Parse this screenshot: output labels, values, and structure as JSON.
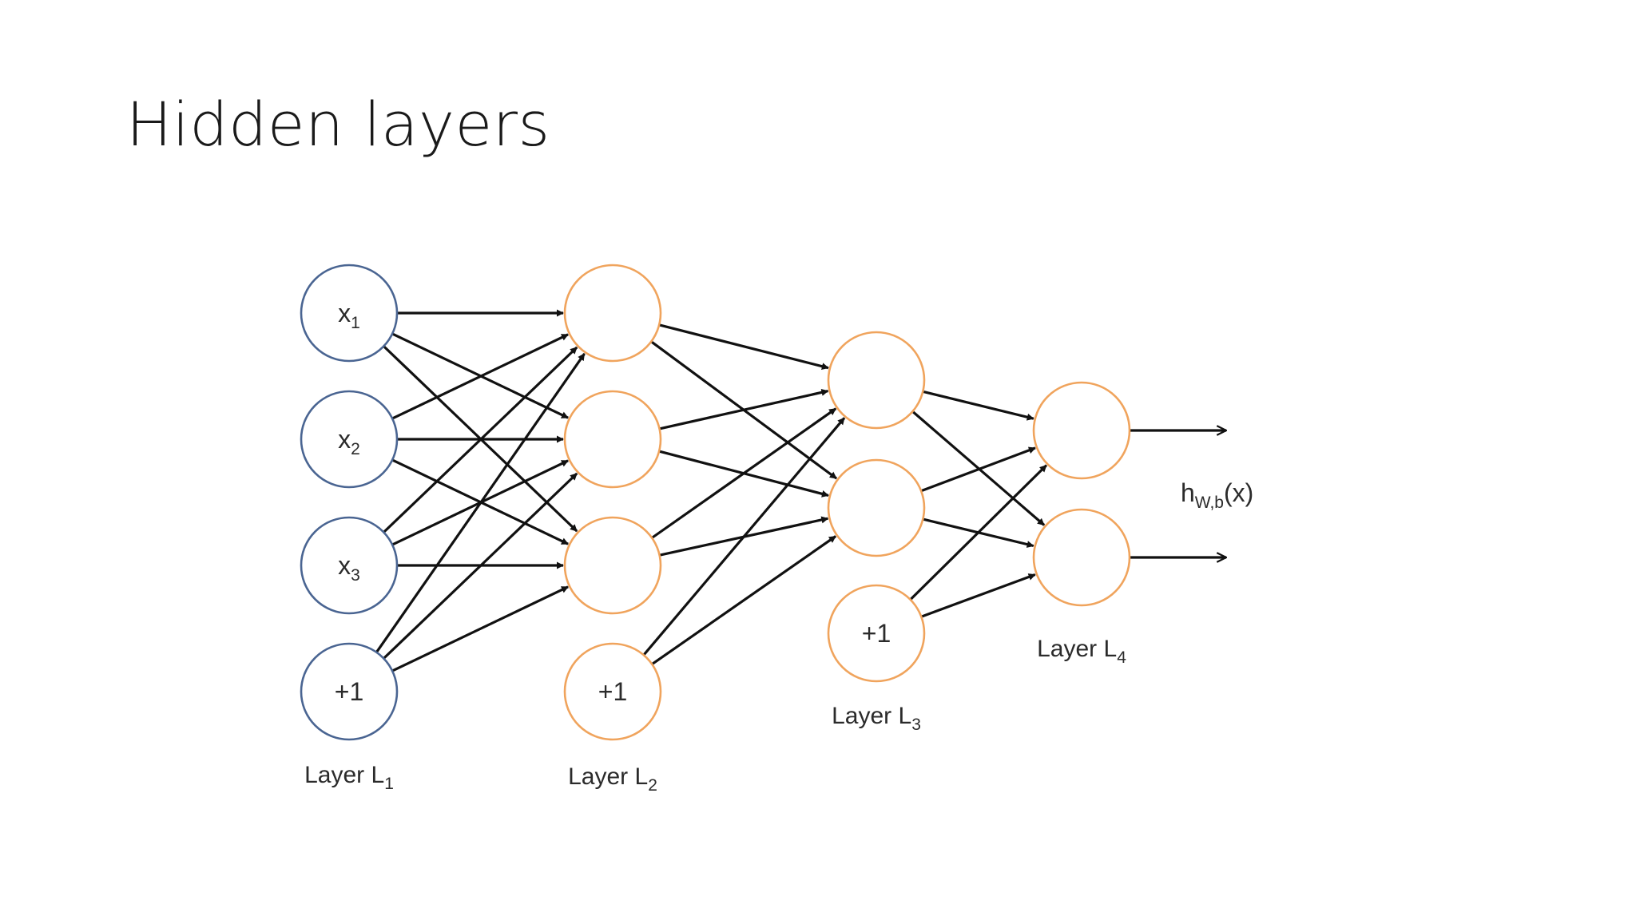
{
  "slide": {
    "title": "Hidden layers"
  },
  "colors": {
    "input_node": "#4a6592",
    "hidden_node": "#f0a45d",
    "edge": "#111111",
    "text": "#2b2b2b"
  },
  "network": {
    "layers": [
      {
        "label_prefix": "Layer L",
        "label_sub": "1",
        "nodes": [
          {
            "main": "x",
            "sub": "1"
          },
          {
            "main": "x",
            "sub": "2"
          },
          {
            "main": "x",
            "sub": "3"
          },
          {
            "main": "+1",
            "sub": ""
          }
        ]
      },
      {
        "label_prefix": "Layer L",
        "label_sub": "2",
        "nodes": [
          {
            "main": "",
            "sub": ""
          },
          {
            "main": "",
            "sub": ""
          },
          {
            "main": "",
            "sub": ""
          },
          {
            "main": "+1",
            "sub": ""
          }
        ]
      },
      {
        "label_prefix": "Layer L",
        "label_sub": "3",
        "nodes": [
          {
            "main": "",
            "sub": ""
          },
          {
            "main": "",
            "sub": ""
          },
          {
            "main": "+1",
            "sub": ""
          }
        ]
      },
      {
        "label_prefix": "Layer L",
        "label_sub": "4",
        "nodes": [
          {
            "main": "",
            "sub": ""
          },
          {
            "main": "",
            "sub": ""
          }
        ]
      }
    ],
    "output": {
      "main": "h",
      "sub": "W,b",
      "suffix": "(x)"
    }
  }
}
